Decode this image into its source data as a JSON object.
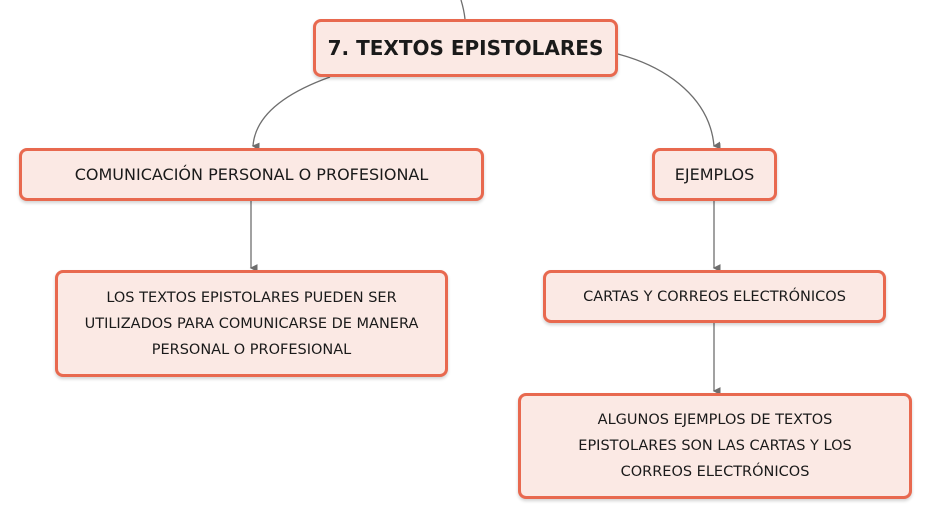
{
  "diagram": {
    "root": {
      "label": "7. TEXTOS EPISTOLARES"
    },
    "branch_communication": {
      "label": "COMUNICACIÓN PERSONAL O PROFESIONAL"
    },
    "branch_examples": {
      "label": "EJEMPLOS"
    },
    "communication_detail": {
      "label": "LOS TEXTOS EPISTOLARES PUEDEN SER UTILIZADOS PARA COMUNICARSE DE MANERA PERSONAL O PROFESIONAL"
    },
    "examples_item": {
      "label": "CARTAS Y CORREOS ELECTRÓNICOS"
    },
    "examples_detail": {
      "label": "ALGUNOS EJEMPLOS DE TEXTOS EPISTOLARES SON LAS CARTAS Y LOS CORREOS ELECTRÓNICOS"
    }
  },
  "colors": {
    "node_border": "#e8694f",
    "node_fill": "#fbe9e4",
    "connector": "#6e6e6e"
  }
}
